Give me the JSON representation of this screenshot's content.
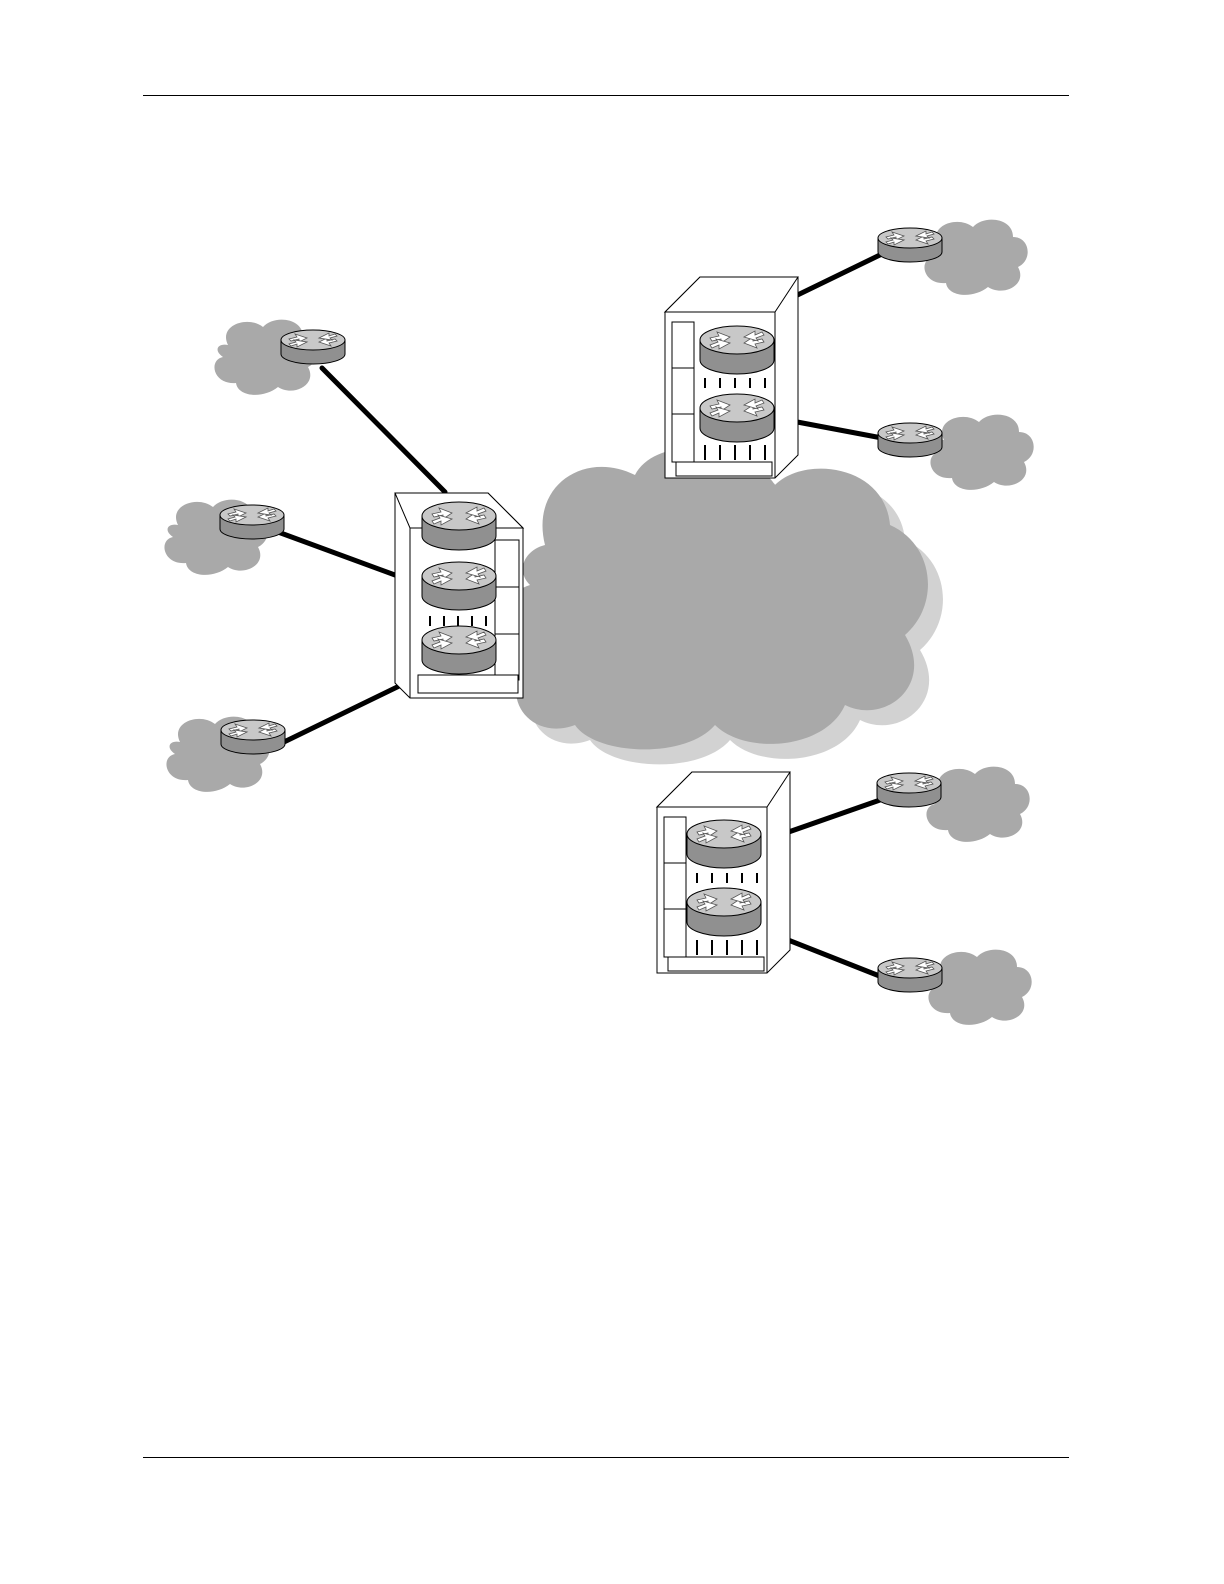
{
  "page": {
    "header_rule": true,
    "footer_rule": true
  },
  "diagram": {
    "type": "network-topology",
    "core_network": {
      "icon": "cloud-icon",
      "color": "#a9a9a9",
      "shadow_color": "#d2d2d2"
    },
    "chassis": [
      {
        "id": "chassis-center",
        "routers": 3,
        "connected_sites": 3
      },
      {
        "id": "chassis-top-right",
        "routers": 2,
        "connected_sites": 2
      },
      {
        "id": "chassis-bottom-right",
        "routers": 2,
        "connected_sites": 2
      }
    ],
    "remote_sites": [
      {
        "id": "site-left-top",
        "icon": "router-icon",
        "network": "cloud-icon"
      },
      {
        "id": "site-left-middle",
        "icon": "router-icon",
        "network": "cloud-icon"
      },
      {
        "id": "site-left-bottom",
        "icon": "router-icon",
        "network": "cloud-icon"
      },
      {
        "id": "site-right-1",
        "icon": "router-icon",
        "network": "cloud-icon"
      },
      {
        "id": "site-right-2",
        "icon": "router-icon",
        "network": "cloud-icon"
      },
      {
        "id": "site-right-3",
        "icon": "router-icon",
        "network": "cloud-icon"
      },
      {
        "id": "site-right-4",
        "icon": "router-icon",
        "network": "cloud-icon"
      }
    ],
    "colors": {
      "cloud": "#a9a9a9",
      "cloud_shadow": "#d2d2d2",
      "router_top": "#c8c8c8",
      "router_side": "#909090",
      "link": "#000000"
    }
  }
}
